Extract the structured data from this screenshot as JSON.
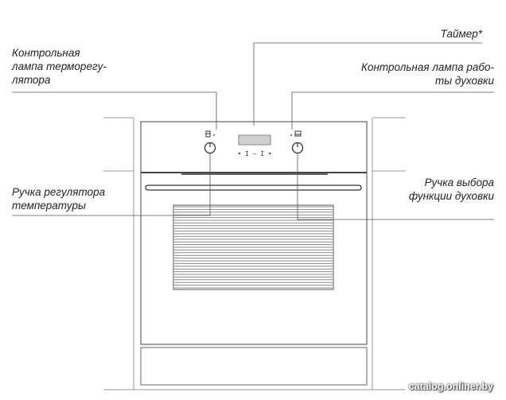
{
  "labels": {
    "timer": "Таймер*",
    "thermostat_lamp": [
      "Контрольная",
      "лампа терморегу-",
      "лятора"
    ],
    "oven_lamp": [
      "Контрольная лампа рабо-",
      "ты духовки"
    ],
    "temp_knob": [
      "Ручка регулятора",
      "температуры"
    ],
    "function_knob": [
      "Ручка выбора",
      "функции духовки"
    ]
  },
  "display_text": "• I — I •",
  "watermark": "catalog.onliner.by",
  "icons": [
    "thermostat-lamp-icon",
    "oven-lamp-icon",
    "temperature-knob-icon",
    "function-knob-icon"
  ]
}
